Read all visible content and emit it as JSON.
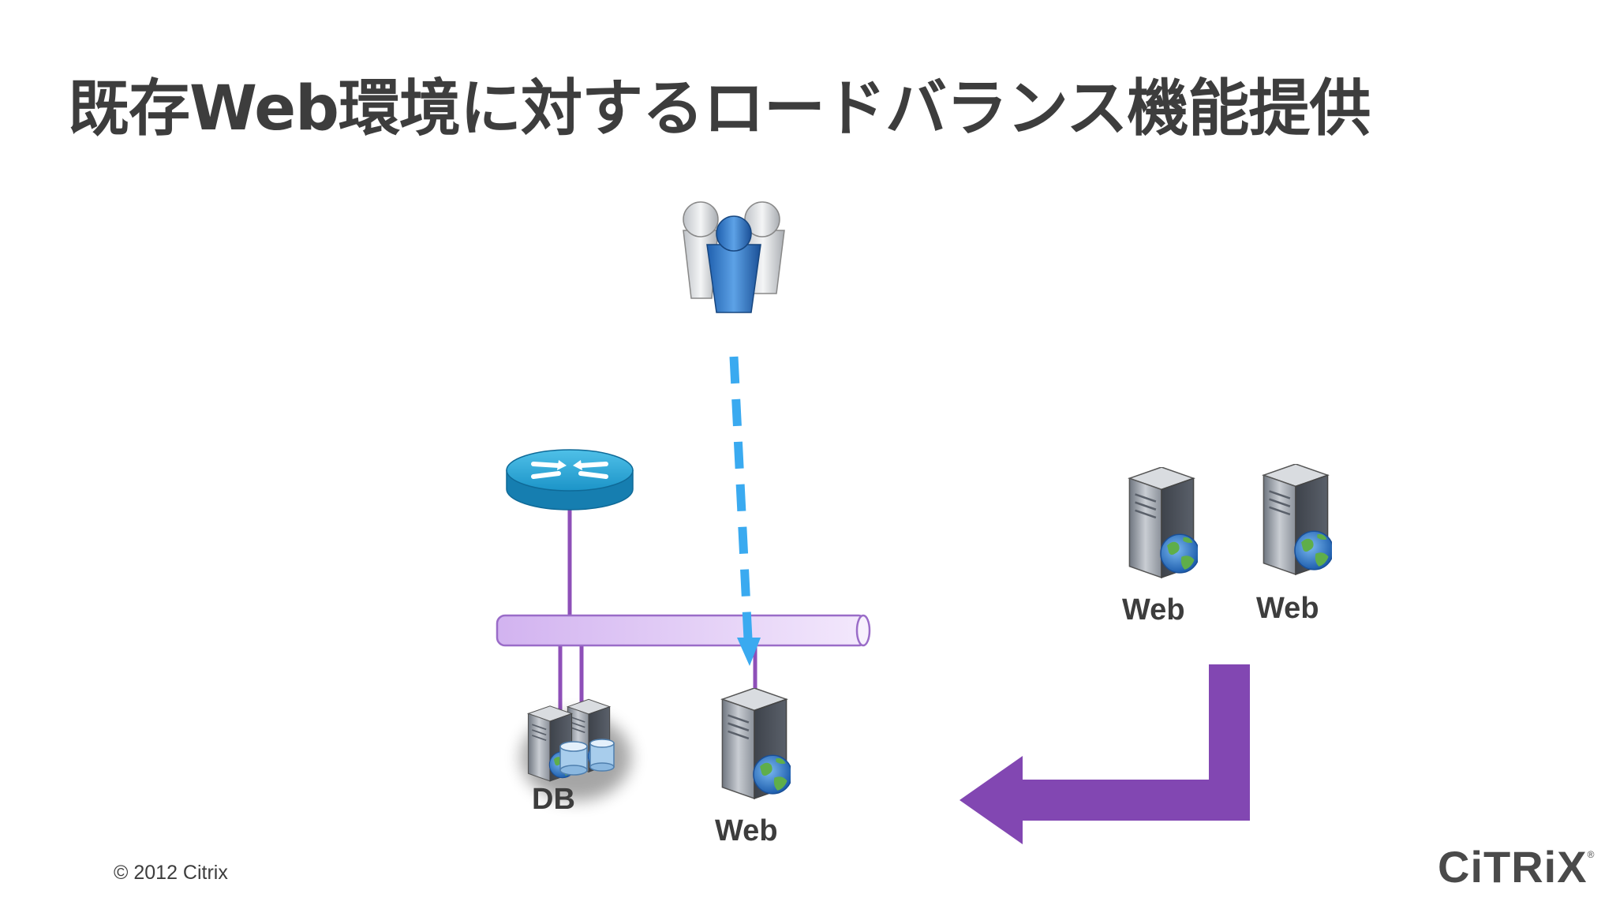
{
  "slide": {
    "title": "既存Web環境に対するロードバランス機能提供",
    "copyright": "© 2012 Citrix",
    "logo_text": "CiTRiX",
    "logo_mark": "®"
  },
  "nodes": {
    "users": {
      "icon": "users-group-icon"
    },
    "router": {
      "icon": "router-icon"
    },
    "db_server": {
      "icon": "database-server-icon",
      "label": "DB"
    },
    "web_server_main": {
      "icon": "web-server-icon",
      "label": "Web"
    },
    "web_server_new_1": {
      "icon": "web-server-icon",
      "label": "Web"
    },
    "web_server_new_2": {
      "icon": "web-server-icon",
      "label": "Web"
    }
  },
  "colors": {
    "title_text": "#3d3d3d",
    "connector": "#8e4fb8",
    "network_bus": "#dcc4f4",
    "traffic_arrow": "#3aaaf0",
    "move_arrow": "#8247b2",
    "router": "#1d8fc0"
  }
}
